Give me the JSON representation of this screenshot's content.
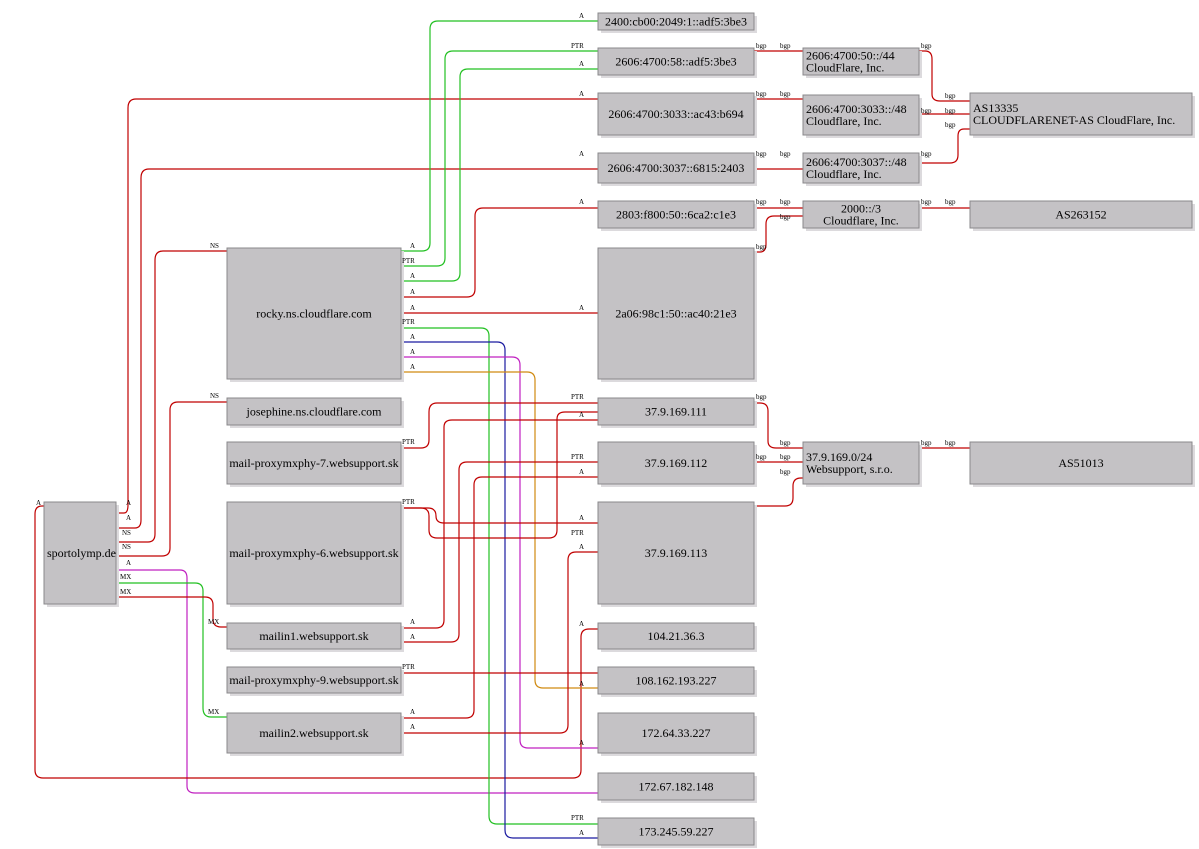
{
  "colors": {
    "red": "#c00000",
    "green": "#22c022",
    "blue": "#1a1aa0",
    "magenta": "#c020c0",
    "orange": "#d08a10"
  },
  "nodes": {
    "sportolymp": "sportolymp.de",
    "rocky": "rocky.ns.cloudflare.com",
    "josephine": "josephine.ns.cloudflare.com",
    "mailproxy7": "mail-proxymxphy-7.websupport.sk",
    "mailproxy6": "mail-proxymxphy-6.websupport.sk",
    "mailin1": "mailin1.websupport.sk",
    "mailproxy9": "mail-proxymxphy-9.websupport.sk",
    "mailin2": "mailin2.websupport.sk",
    "ip_2400": "2400:cb00:2049:1::adf5:3be3",
    "ip_2606_58": "2606:4700:58::adf5:3be3",
    "ip_2606_3033": "2606:4700:3033::ac43:b694",
    "ip_2606_3037": "2606:4700:3037::6815:2403",
    "ip_2803": "2803:f800:50::6ca2:c1e3",
    "ip_2a06": "2a06:98c1:50::ac40:21e3",
    "ip_111": "37.9.169.111",
    "ip_112": "37.9.169.112",
    "ip_113": "37.9.169.113",
    "ip_104": "104.21.36.3",
    "ip_108": "108.162.193.227",
    "ip_172_64": "172.64.33.227",
    "ip_172_67": "172.67.182.148",
    "ip_173": "173.245.59.227",
    "pfx_44_l1": "2606:4700:50::/44",
    "pfx_44_l2": "CloudFlare, Inc.",
    "pfx_3033_l1": "2606:4700:3033::/48",
    "pfx_3033_l2": "Cloudflare, Inc.",
    "pfx_3037_l1": "2606:4700:3037::/48",
    "pfx_3037_l2": "Cloudflare, Inc.",
    "pfx_2000_l1": "2000::/3",
    "pfx_2000_l2": "Cloudflare, Inc.",
    "pfx_37_l1": "37.9.169.0/24",
    "pfx_37_l2": "Websupport, s.r.o.",
    "as13335_l1": "AS13335",
    "as13335_l2": "CLOUDFLARENET-AS CloudFlare, Inc.",
    "as263152": "AS263152",
    "as51013": "AS51013"
  },
  "edge_labels": {
    "a": "A",
    "ns": "NS",
    "mx": "MX",
    "ptr": "PTR",
    "bgp": "bgp"
  }
}
